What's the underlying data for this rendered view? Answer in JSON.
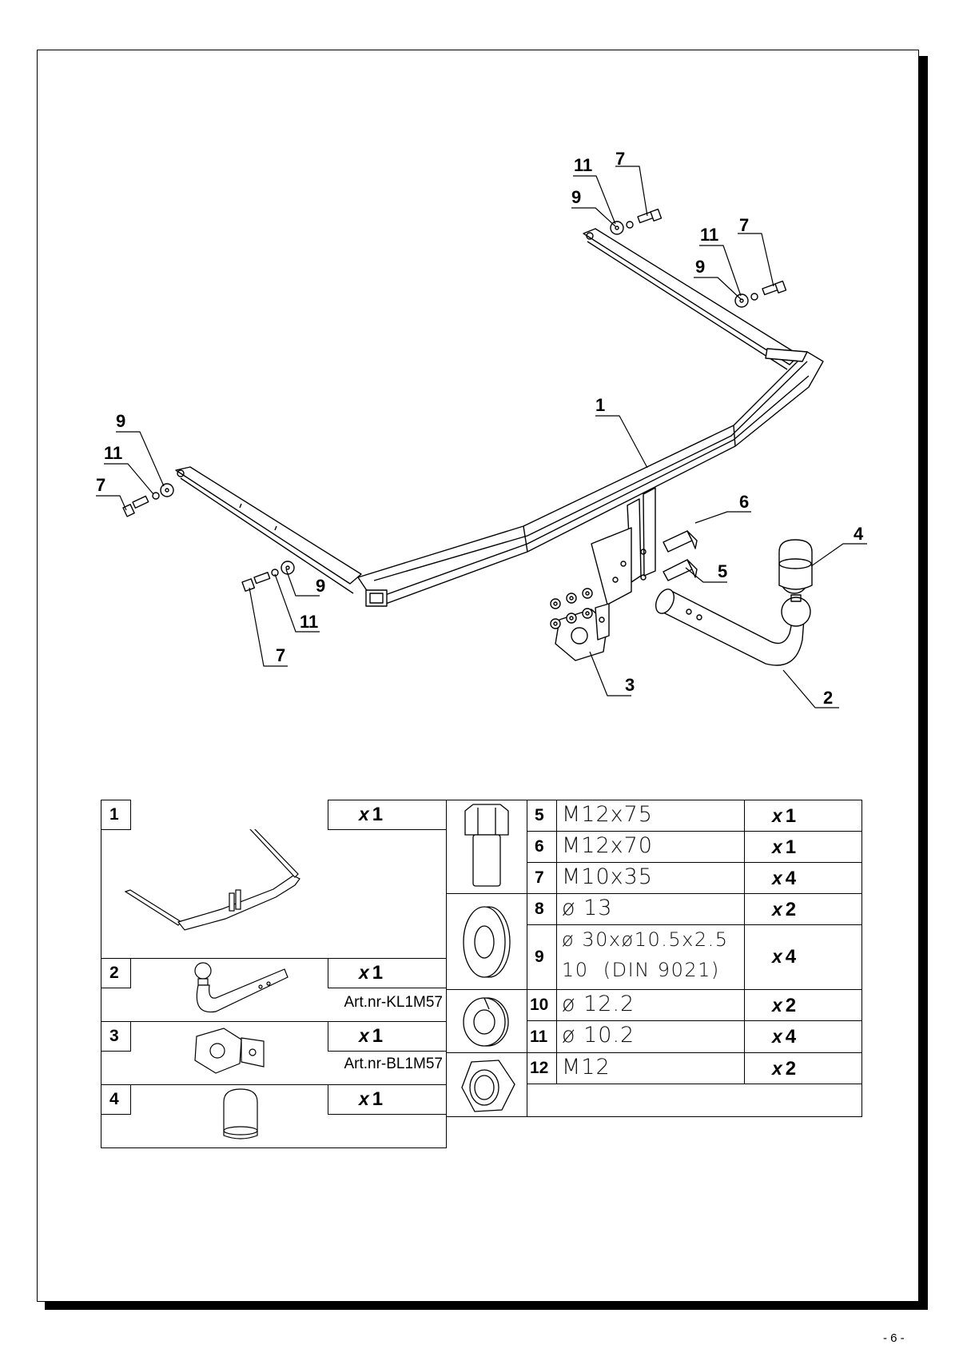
{
  "page_number": "- 6 -",
  "callouts": [
    "1",
    "2",
    "3",
    "4",
    "5",
    "6",
    "7",
    "9",
    "11"
  ],
  "parts_left": [
    {
      "num": "1",
      "qty": "1",
      "x": "x",
      "art": ""
    },
    {
      "num": "2",
      "qty": "1",
      "x": "x",
      "art": "Art.nr-KL1M57"
    },
    {
      "num": "3",
      "qty": "1",
      "x": "x",
      "art": "Art.nr-BL1M57"
    },
    {
      "num": "4",
      "qty": "1",
      "x": "x",
      "art": ""
    }
  ],
  "parts_right": [
    {
      "num": "5",
      "spec": "M12x75",
      "qty": "1",
      "x": "x"
    },
    {
      "num": "6",
      "spec": "M12x70",
      "qty": "1",
      "x": "x"
    },
    {
      "num": "7",
      "spec": "M10x35",
      "qty": "4",
      "x": "x"
    },
    {
      "num": "8",
      "spec": "ø 13",
      "qty": "2",
      "x": "x"
    },
    {
      "num": "9",
      "spec": "ø 30xø10.5x2.5",
      "spec2": "10  (DIN 9021)",
      "qty": "4",
      "x": "x"
    },
    {
      "num": "10",
      "spec": "ø 12.2",
      "qty": "2",
      "x": "x"
    },
    {
      "num": "11",
      "spec": "ø 10.2",
      "qty": "4",
      "x": "x"
    },
    {
      "num": "12",
      "spec": "M12",
      "qty": "2",
      "x": "x"
    }
  ]
}
